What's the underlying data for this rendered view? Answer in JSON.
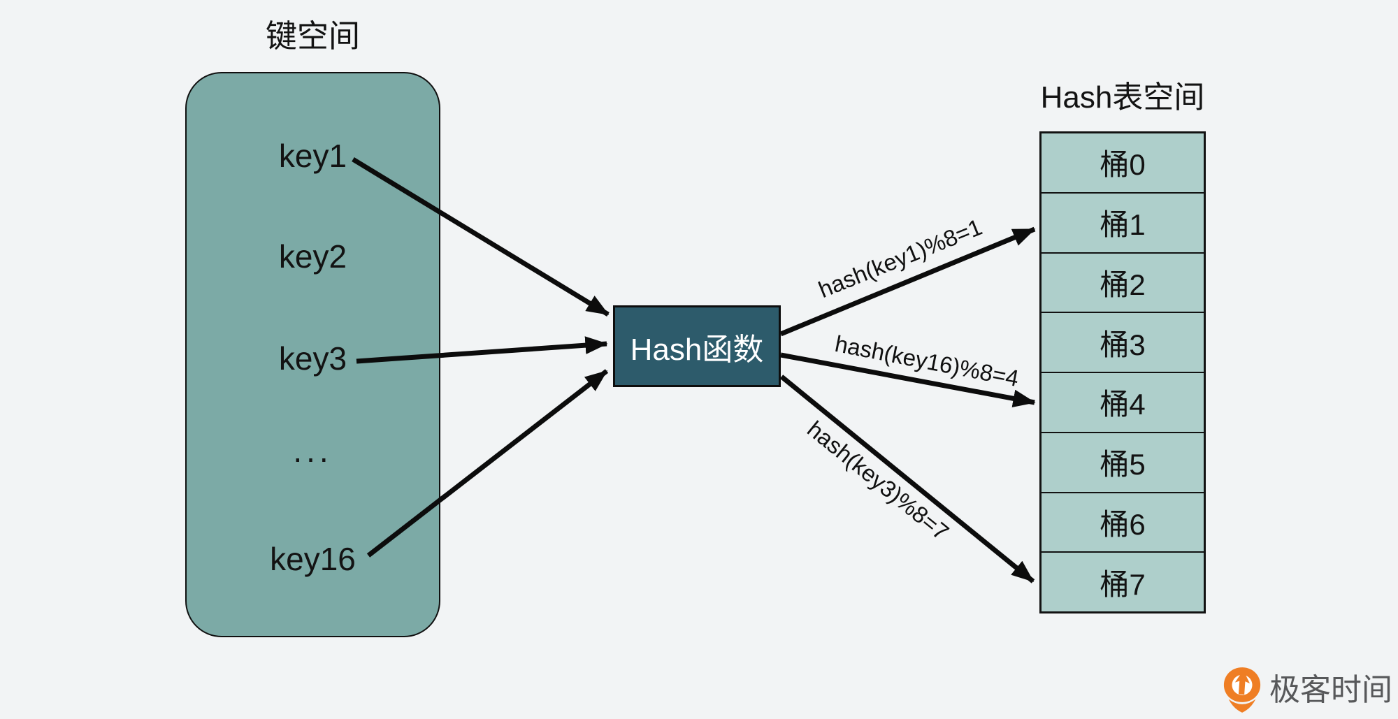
{
  "key_space": {
    "title": "键空间",
    "keys": [
      "key1",
      "key2",
      "key3",
      "...",
      "key16"
    ]
  },
  "hash_function": {
    "label": "Hash函数"
  },
  "hash_table": {
    "title": "Hash表空间",
    "buckets": [
      "桶0",
      "桶1",
      "桶2",
      "桶3",
      "桶4",
      "桶5",
      "桶6",
      "桶7"
    ]
  },
  "arrows": {
    "key_to_function": [
      "key1",
      "key3",
      "key16"
    ],
    "function_to_buckets": [
      {
        "label": "hash(key1)%8=1",
        "target": "桶1"
      },
      {
        "label": "hash(key16)%8=4",
        "target": "桶4"
      },
      {
        "label": "hash(key3)%8=7",
        "target": "桶7"
      }
    ]
  },
  "colors": {
    "background": "#f2f4f5",
    "key_space_fill": "#7caaa6",
    "hash_function_fill": "#2d5b6b",
    "bucket_fill": "#aecfcb",
    "line_black": "#0c0c0c",
    "logo_orange": "#ef7e24",
    "logo_text_gray": "#57585a"
  },
  "logo": {
    "icon": "geektime-icon",
    "text": "极客时间"
  }
}
